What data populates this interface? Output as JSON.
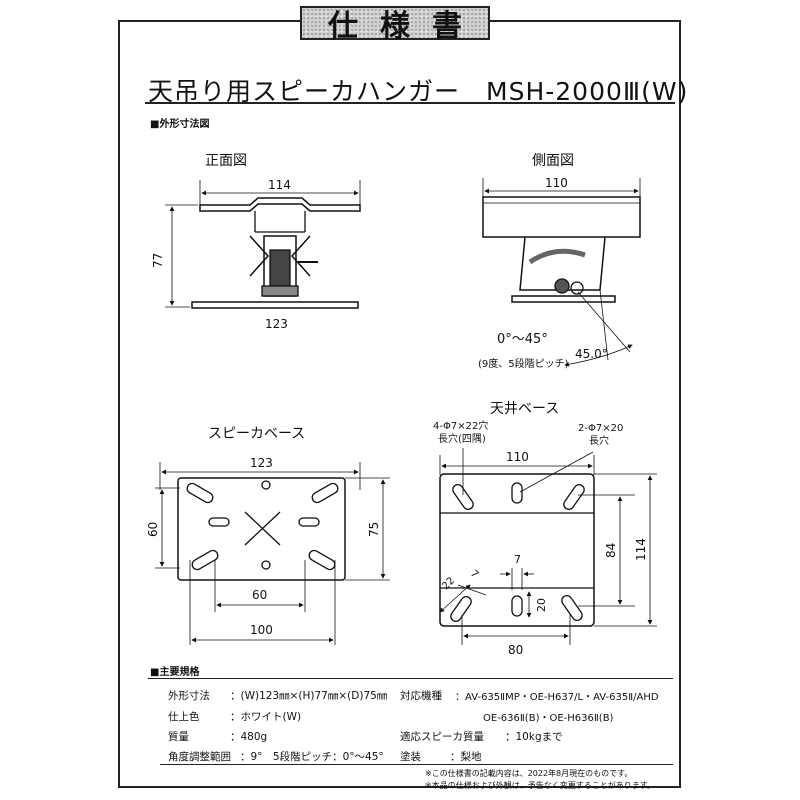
{
  "title_box": "仕様書",
  "heading": "天吊り用スピーカハンガー　MSH-2000Ⅲ(W)",
  "section_dimensions": "■外形寸法図",
  "front_view": {
    "label": "正面図",
    "width_top": "114",
    "height": "77",
    "width_bottom": "123"
  },
  "side_view": {
    "label": "側面図",
    "width": "110",
    "angle_range": "0°～45°",
    "angle_note": "(9度、5段階ピッチ)",
    "angle_value": "45.0°"
  },
  "speaker_base": {
    "label": "スピーカベース",
    "width": "123",
    "height": "75",
    "hole_v": "60",
    "hole_h": "60",
    "outer_h": "100"
  },
  "ceiling_base": {
    "label": "天井ベース",
    "holes_corner": "4-Φ7×22穴",
    "holes_corner_sub": "長穴(四隅)",
    "holes_center": "2-Φ7×20",
    "holes_center_sub": "長穴",
    "width": "110",
    "height_inner": "84",
    "height": "114",
    "slot_w": "7",
    "slot_l": "20",
    "slot_diag_w": "7",
    "slot_diag_l": "22",
    "pitch": "80"
  },
  "section_specs": "■主要規格",
  "specs_left": [
    {
      "label": "外形寸法",
      "value": "：(W)123㎜×(H)77㎜×(D)75㎜"
    },
    {
      "label": "仕上色",
      "value": "：ホワイト(W)"
    },
    {
      "label": "質量",
      "value": "：480g"
    },
    {
      "label": "角度調整範囲",
      "value": "：9°　5段階ピッチ：0°～45°"
    }
  ],
  "specs_right": [
    {
      "label": "対応機種",
      "value": "：AV-635ⅡMP・OE-H637/L・AV-635Ⅱ/AHD",
      "value2": "OE-636Ⅱ(B)・OE-H636Ⅱ(B)"
    },
    {
      "label": "適応スピーカ質量",
      "value": "：10kgまで"
    },
    {
      "label": "塗装",
      "value": "：梨地"
    }
  ],
  "notes": [
    "※この仕様書の記載内容は、2022年8月現在のものです。",
    "※本品の仕様および外観は、予告なく変更することがあります。"
  ]
}
